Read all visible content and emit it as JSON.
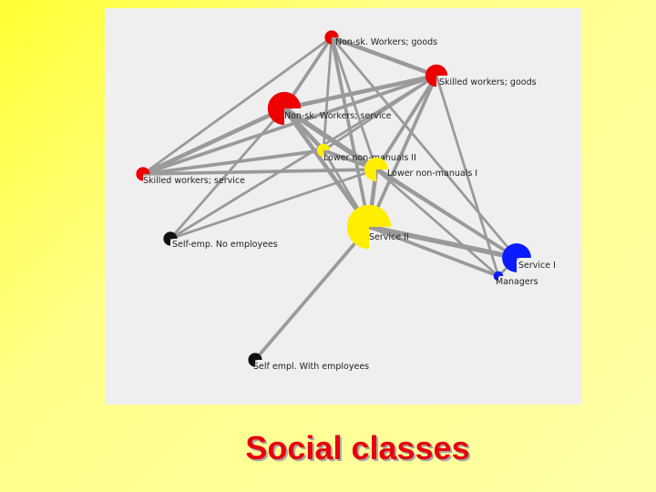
{
  "title": "Social classes",
  "colors": {
    "red": "#ee0000",
    "yellow": "#ffee00",
    "blue": "#0a1bff",
    "black": "#111111",
    "edge": "#9a9a9a",
    "title": "#e8000b"
  },
  "network": {
    "nodes": [
      {
        "id": "nsg",
        "label": "Non-sk. Workers; goods",
        "color": "red",
        "weight": 1.0
      },
      {
        "id": "skg",
        "label": "Skilled workers; goods",
        "color": "red",
        "weight": 2.0
      },
      {
        "id": "nss",
        "label": "Non-sk. Workers; service",
        "color": "red",
        "weight": 3.3
      },
      {
        "id": "lnm2",
        "label": "Lower non-manuals II",
        "color": "yellow",
        "weight": 0.9
      },
      {
        "id": "sks",
        "label": "Skilled workers; service",
        "color": "red",
        "weight": 1.0
      },
      {
        "id": "lnm1",
        "label": "Lower non-manuals I",
        "color": "yellow",
        "weight": 2.2
      },
      {
        "id": "sv2",
        "label": "Service II",
        "color": "yellow",
        "weight": 4.6
      },
      {
        "id": "sene",
        "label": "Self-emp. No employees",
        "color": "black",
        "weight": 1.0
      },
      {
        "id": "sv1",
        "label": "Service I",
        "color": "blue",
        "weight": 2.8
      },
      {
        "id": "mgr",
        "label": "Managers",
        "color": "blue",
        "weight": 0.5
      },
      {
        "id": "sewe",
        "label": "Self empl. With employees",
        "color": "black",
        "weight": 1.0
      }
    ],
    "edges": [
      {
        "source": "nsg",
        "target": "skg",
        "weight": 4
      },
      {
        "source": "nsg",
        "target": "nss",
        "weight": 3
      },
      {
        "source": "nsg",
        "target": "lnm2",
        "weight": 2
      },
      {
        "source": "nsg",
        "target": "lnm1",
        "weight": 2
      },
      {
        "source": "nsg",
        "target": "sv2",
        "weight": 3
      },
      {
        "source": "nsg",
        "target": "sks",
        "weight": 2
      },
      {
        "source": "nsg",
        "target": "sv1",
        "weight": 2
      },
      {
        "source": "skg",
        "target": "nss",
        "weight": 4
      },
      {
        "source": "skg",
        "target": "lnm1",
        "weight": 3
      },
      {
        "source": "skg",
        "target": "sv2",
        "weight": 3
      },
      {
        "source": "skg",
        "target": "lnm2",
        "weight": 2
      },
      {
        "source": "skg",
        "target": "sks",
        "weight": 3
      },
      {
        "source": "skg",
        "target": "sene",
        "weight": 2
      },
      {
        "source": "skg",
        "target": "mgr",
        "weight": 2
      },
      {
        "source": "nss",
        "target": "sks",
        "weight": 4
      },
      {
        "source": "nss",
        "target": "lnm2",
        "weight": 4
      },
      {
        "source": "nss",
        "target": "lnm1",
        "weight": 5
      },
      {
        "source": "nss",
        "target": "sv2",
        "weight": 4
      },
      {
        "source": "nss",
        "target": "sv1",
        "weight": 2
      },
      {
        "source": "nss",
        "target": "sene",
        "weight": 2
      },
      {
        "source": "sks",
        "target": "lnm2",
        "weight": 3
      },
      {
        "source": "sks",
        "target": "lnm1",
        "weight": 3
      },
      {
        "source": "lnm2",
        "target": "lnm1",
        "weight": 3
      },
      {
        "source": "lnm2",
        "target": "sv2",
        "weight": 2
      },
      {
        "source": "lnm1",
        "target": "sv2",
        "weight": 4
      },
      {
        "source": "lnm1",
        "target": "sv1",
        "weight": 3
      },
      {
        "source": "lnm1",
        "target": "sene",
        "weight": 2
      },
      {
        "source": "lnm1",
        "target": "mgr",
        "weight": 2
      },
      {
        "source": "sv2",
        "target": "sv1",
        "weight": 5
      },
      {
        "source": "sv2",
        "target": "mgr",
        "weight": 3
      },
      {
        "source": "sv2",
        "target": "sewe",
        "weight": 3
      },
      {
        "source": "sv1",
        "target": "mgr",
        "weight": 2
      }
    ]
  }
}
